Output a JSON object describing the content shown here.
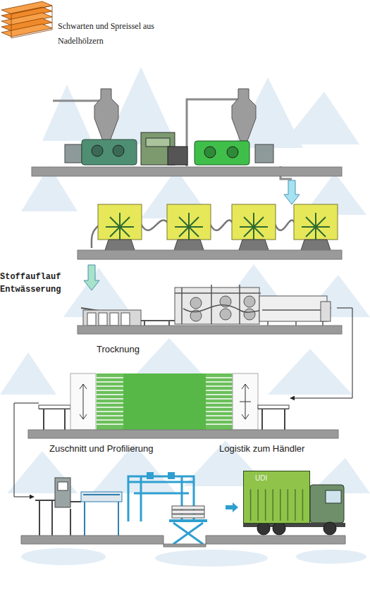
{
  "diagram": {
    "nodes": [
      {
        "text": [
          "UDI"
        ]
      }
    ],
    "labels": [
      "Schwarten und Spreissel aus Nadelhölzern",
      "Stoffauflauf Entwässerung",
      "Trocknung",
      "Zuschnitt und Profilierung",
      "Logistik zum Händler"
    ]
  }
}
